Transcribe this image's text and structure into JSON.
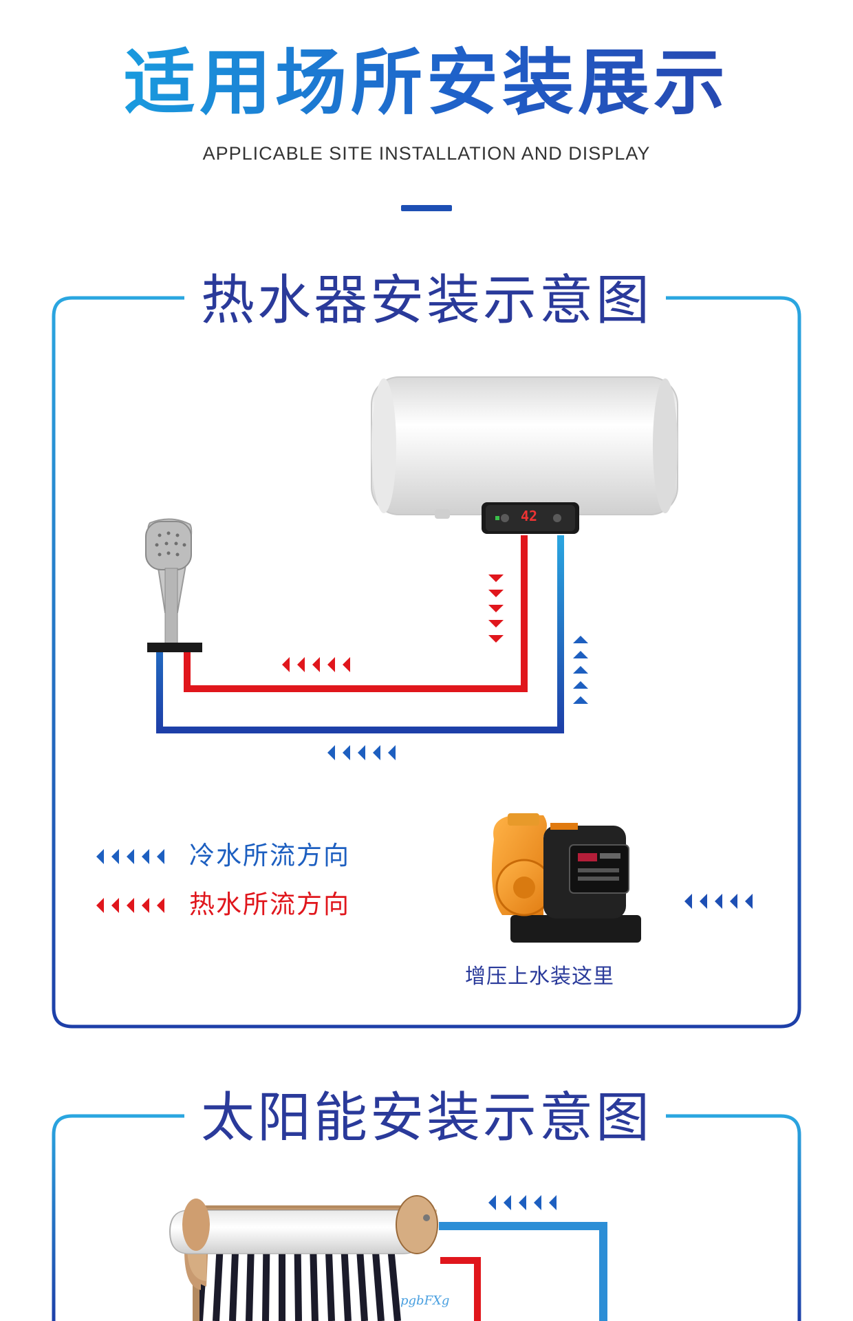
{
  "header": {
    "title": "适用场所安装展示",
    "subtitle": "APPLICABLE SITE INSTALLATION AND DISPLAY"
  },
  "panel1": {
    "title": "热水器安装示意图",
    "heater_display": "42",
    "legend": [
      {
        "label": "冷水所流方向",
        "color": "#1d5fc0"
      },
      {
        "label": "热水所流方向",
        "color": "#e0161c"
      }
    ],
    "pump_caption": "增压上水装这里"
  },
  "panel2": {
    "title": "太阳能安装示意图"
  },
  "watermark": "pgbFXg",
  "colors": {
    "frame_blue": "#1f4fb0",
    "cold_pipe": "#2c8ed6",
    "hot_pipe": "#e0161c",
    "title_navy": "#2a3a9a"
  }
}
